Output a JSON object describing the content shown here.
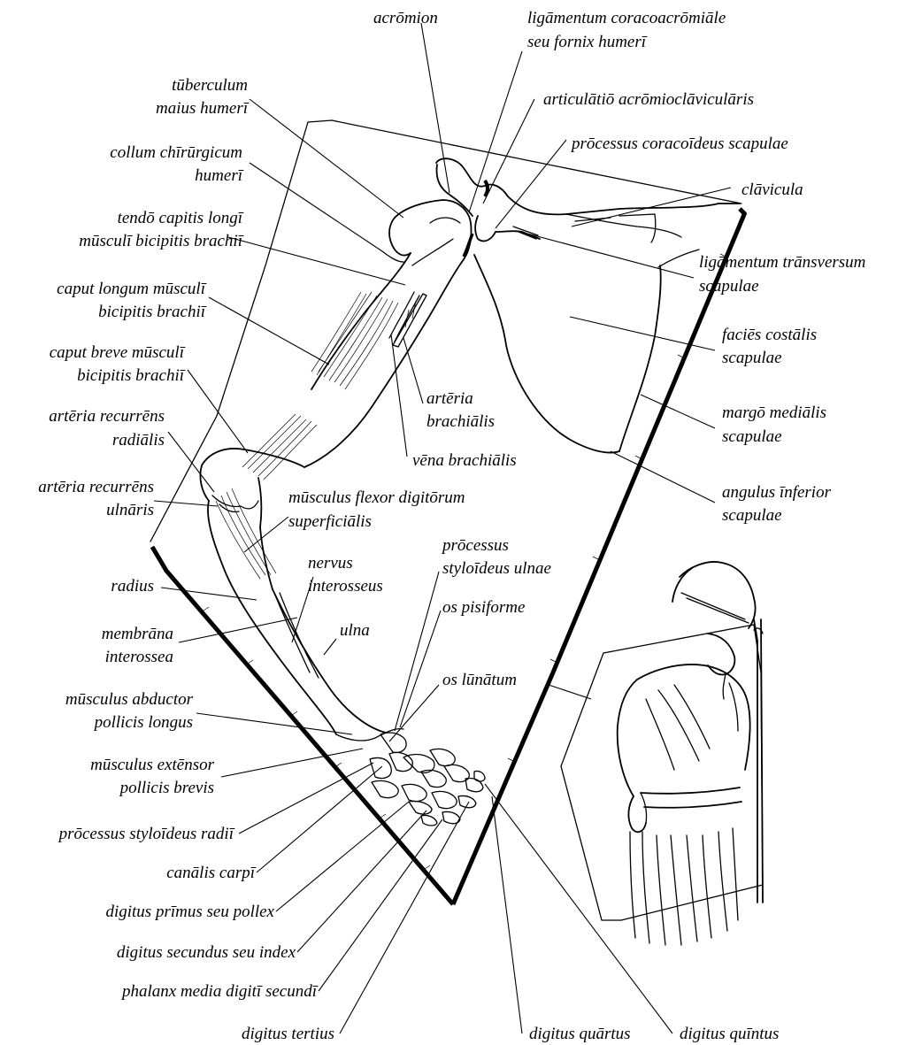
{
  "labels": {
    "acromion": "acrōmion",
    "lig_coraco_1": "ligāmentum coracoacrōmiāle",
    "lig_coraco_2": "seu fornix humerī",
    "tuberculum_1": "tūberculum",
    "tuberculum_2": "maius humerī",
    "articulatio": "articulātiō acrōmioclāviculāris",
    "collum_1": "collum chīrūrgicum",
    "collum_2": "humerī",
    "processus_coraco": "prōcessus coracoīdeus scapulae",
    "clavicula": "clāvicula",
    "tendo_1": "tendō capitis longī",
    "tendo_2": "mūsculī bicipitis brachiī",
    "lig_transv_1": "ligāmentum trānsversum",
    "lig_transv_2": "scapulae",
    "caput_longum_1": "caput longum mūsculī",
    "caput_longum_2": "bicipitis brachiī",
    "facies_1": "faciēs costālis",
    "facies_2": "scapulae",
    "caput_breve_1": "caput breve mūsculī",
    "caput_breve_2": "bicipitis brachiī",
    "arteria_brach_1": "artēria",
    "arteria_brach_2": "brachiālis",
    "margo_1": "margō mediālis",
    "margo_2": "scapulae",
    "art_rec_rad_1": "artēria recurrēns",
    "art_rec_rad_2": "radiālis",
    "vena_brach": "vēna brachiālis",
    "angulus_1": "angulus īnferior",
    "angulus_2": "scapulae",
    "art_rec_uln_1": "artēria recurrēns",
    "art_rec_uln_2": "ulnāris",
    "flexor_1": "mūsculus flexor digitōrum",
    "flexor_2": "superficiālis",
    "proc_styl_uln_1": "prōcessus",
    "proc_styl_uln_2": "styloīdeus ulnae",
    "nervus_1": "nervus",
    "nervus_2": "interosseus",
    "radius": "radius",
    "os_pisiforme": "os pisiforme",
    "membrana_1": "membrāna",
    "membrana_2": "interossea",
    "ulna": "ulna",
    "os_lunatum": "os lūnātum",
    "abductor_1": "mūsculus abductor",
    "abductor_2": "pollicis longus",
    "extensor_1": "mūsculus extēnsor",
    "extensor_2": "pollicis brevis",
    "proc_styl_rad": "prōcessus styloīdeus radiī",
    "canalis": "canālis carpī",
    "digitus_primus": "digitus prīmus seu pollex",
    "digitus_secundus": "digitus secundus seu index",
    "phalanx": "phalanx media digitī secundī",
    "digitus_tertius": "digitus tertius",
    "digitus_quartus": "digitus quārtus",
    "digitus_quintus": "digitus quīntus"
  }
}
